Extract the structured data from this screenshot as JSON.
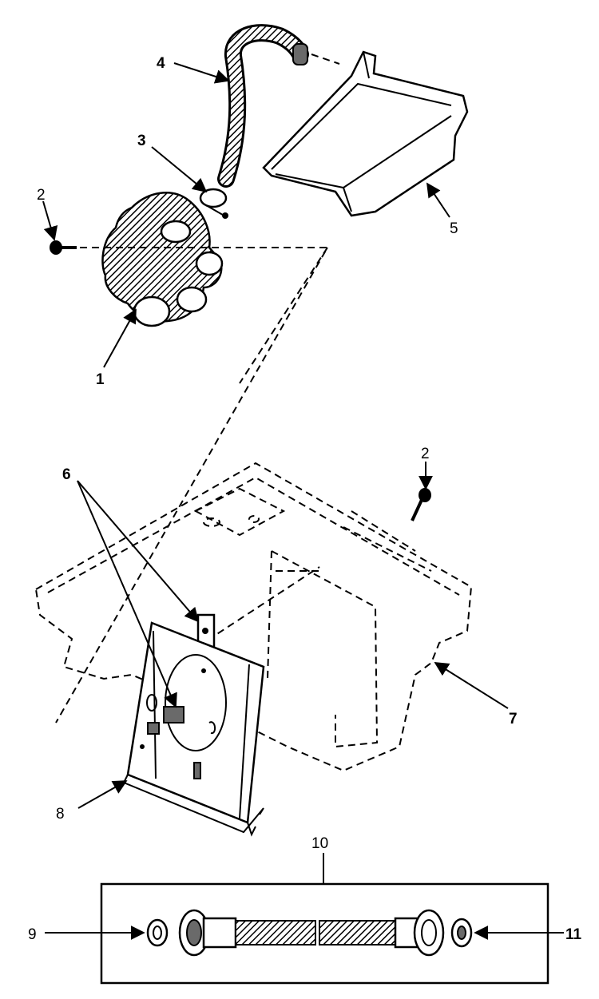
{
  "callouts": {
    "valve": "1",
    "screw_top": "2",
    "screw_right": "2",
    "clamp": "3",
    "hose": "4",
    "dispenser": "5",
    "clips": "6",
    "top_panel": "7",
    "bracket": "8",
    "washer": "9",
    "hose_kit": "10",
    "screen_washer": "11"
  },
  "colors": {
    "ink": "#000000",
    "background": "#ffffff",
    "hatch": "#6a6a6a"
  }
}
